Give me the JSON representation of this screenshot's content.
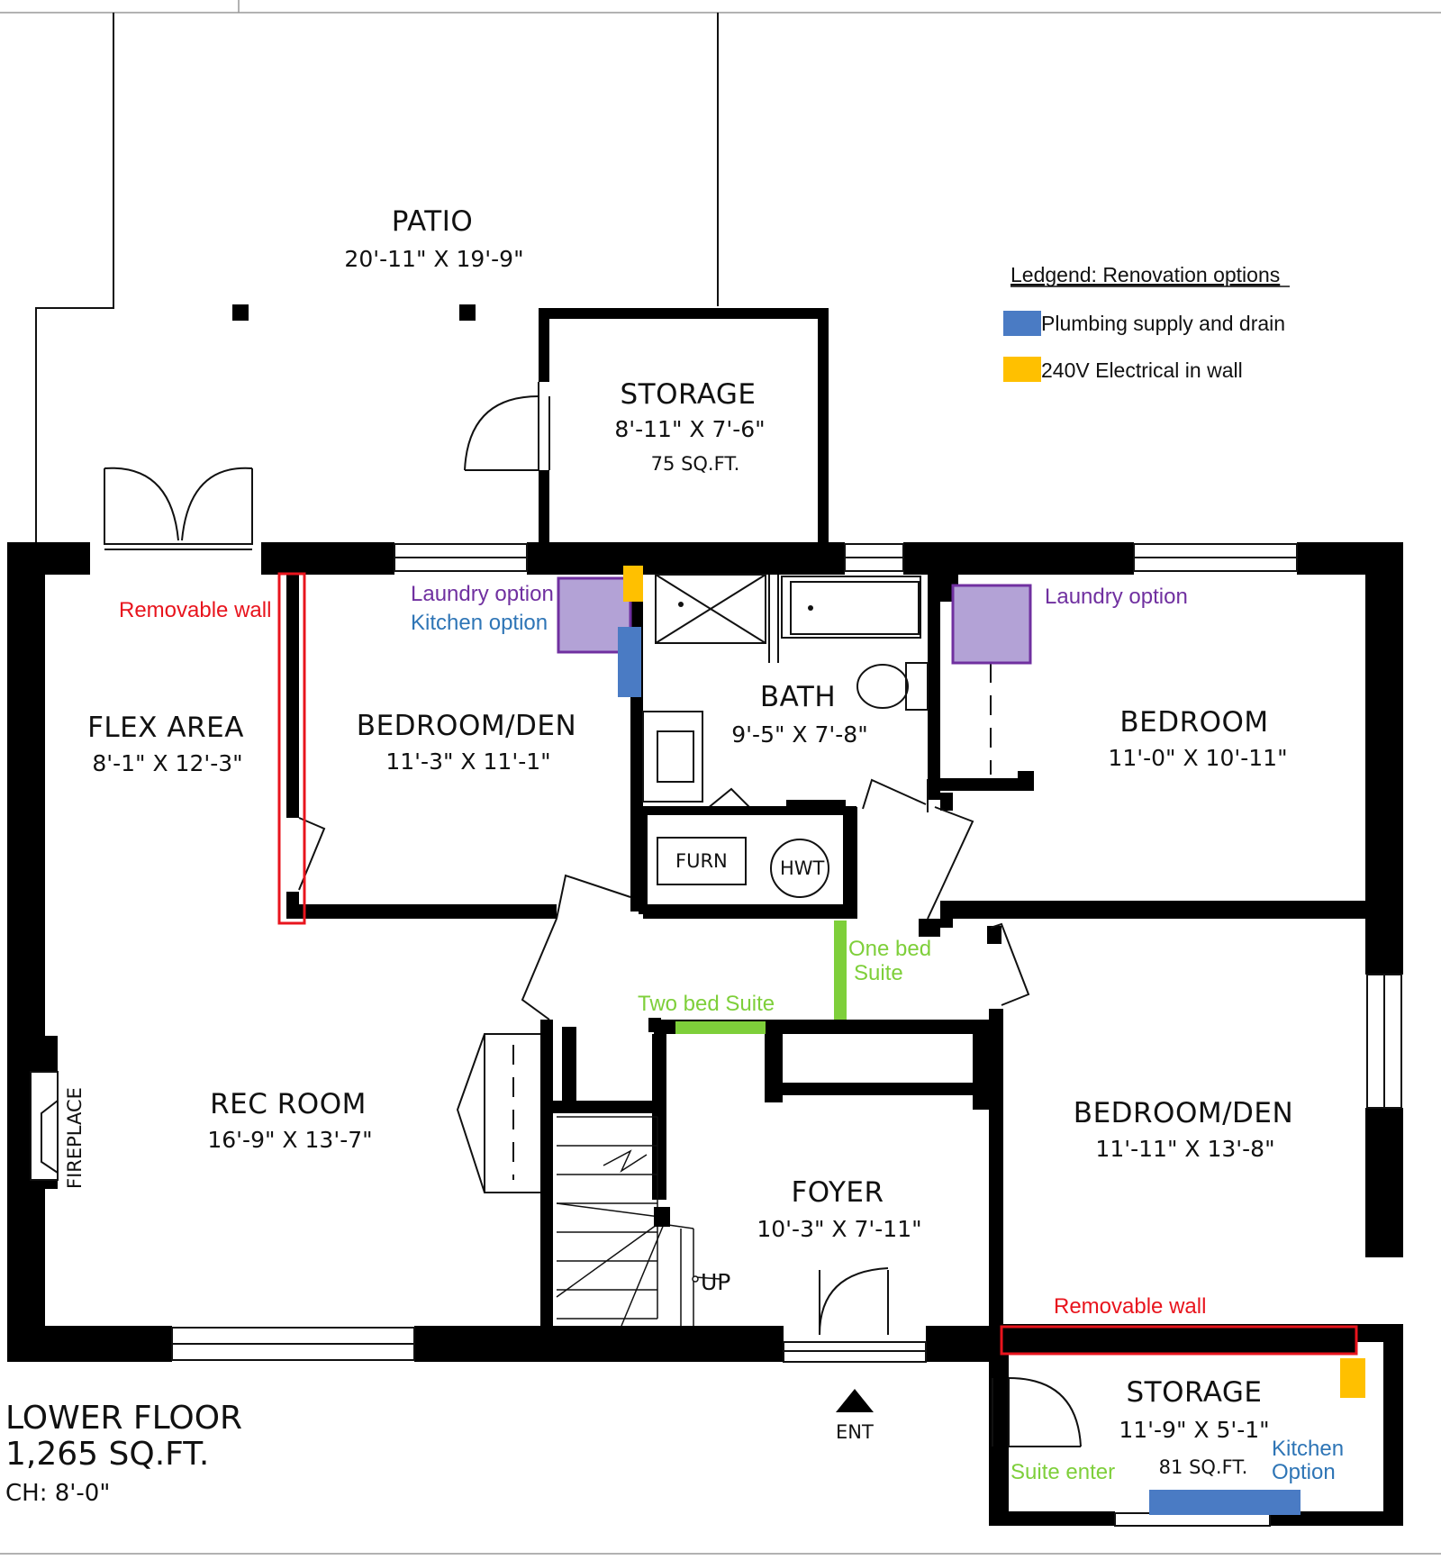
{
  "plan": {
    "floor_label": "LOWER FLOOR",
    "floor_area": "1,265 SQ.FT.",
    "ceiling_height": "CH: 8'-0\"",
    "entry_label": "ENT"
  },
  "legend": {
    "title": "Ledgend: Renovation options",
    "items": [
      {
        "label": "Plumbing supply and drain",
        "color": "#4a7bc4"
      },
      {
        "label": "240V Electrical in wall",
        "color": "#ffc000"
      }
    ]
  },
  "rooms": {
    "patio": {
      "name": "PATIO",
      "dims": "20'-11\" X 19'-9\""
    },
    "storage_top": {
      "name": "STORAGE",
      "dims": "8'-11\" X 7'-6\"",
      "area": "75 SQ.FT."
    },
    "flex": {
      "name": "FLEX AREA",
      "dims": "8'-1\" X 12'-3\""
    },
    "bedroom_den_1": {
      "name": "BEDROOM/DEN",
      "dims": "11'-3\" X 11'-1\""
    },
    "bath": {
      "name": "BATH",
      "dims": "9'-5\" X 7'-8\""
    },
    "bedroom": {
      "name": "BEDROOM",
      "dims": "11'-0\" X 10'-11\""
    },
    "rec": {
      "name": "REC ROOM",
      "dims": "16'-9\" X 13'-7\""
    },
    "foyer": {
      "name": "FOYER",
      "dims": "10'-3\" X 7'-11\""
    },
    "bedroom_den_2": {
      "name": "BEDROOM/DEN",
      "dims": "11'-11\" X 13'-8\""
    },
    "storage_bottom": {
      "name": "STORAGE",
      "dims": "11'-9\" X 5'-1\"",
      "area": "81 SQ.FT."
    }
  },
  "fixtures": {
    "furnace": "FURN",
    "hot_water_tank": "HWT",
    "fireplace": "FIREPLACE",
    "stairs": "UP"
  },
  "annotations": {
    "removable_wall_1": "Removable wall",
    "removable_wall_2": "Removable wall",
    "laundry_option_1": "Laundry option",
    "kitchen_option_1": "Kitchen option",
    "laundry_option_2": "Laundry option",
    "one_bed_line1": "One bed",
    "one_bed_line2": "Suite",
    "two_bed": "Two bed Suite",
    "suite_enter": "Suite enter",
    "kitchen_option_2_line1": "Kitchen",
    "kitchen_option_2_line2": "Option"
  },
  "colors": {
    "wall": "#000000",
    "removable_wall": "#e8141d",
    "laundry": "#b3a2d6",
    "laundry_border": "#7030a0",
    "kitchen_text": "#2e75b6",
    "suite_line": "#7ecf3a",
    "plumbing": "#4a7bc4",
    "electrical": "#ffc000"
  }
}
